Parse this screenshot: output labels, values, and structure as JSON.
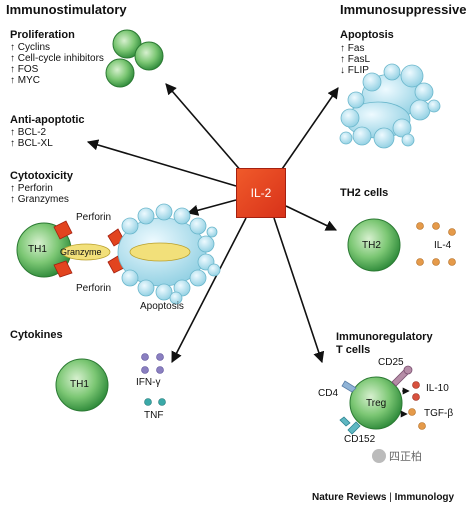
{
  "headings": {
    "immunostimulatory": "Immunostimulatory",
    "immunosuppressive": "Immunosuppressive"
  },
  "center": {
    "label": "IL-2"
  },
  "proliferation": {
    "title": "Proliferation",
    "items": [
      "↑ Cyclins",
      "↑ Cell-cycle inhibitors",
      "↑ FOS",
      "↑ MYC"
    ]
  },
  "anti_apoptotic": {
    "title": "Anti-apoptotic",
    "items": [
      "↑ BCL-2",
      "↑ BCL-XL"
    ]
  },
  "cytotoxicity": {
    "title": "Cytotoxicity",
    "items": [
      "↑ Perforin",
      "↑ Granzymes"
    ],
    "perforin_top": "Perforin",
    "perforin_bottom": "Perforin",
    "granzyme": "Granzyme",
    "cell": "TH1",
    "apoptosis": "Apoptosis"
  },
  "cytokines": {
    "title": "Cytokines",
    "cell": "TH1",
    "ifn": "IFN-γ",
    "tnf": "TNF"
  },
  "apoptosis_right": {
    "title": "Apoptosis",
    "items": [
      "↑ Fas",
      "↑ FasL",
      "↓ FLIP"
    ]
  },
  "th2": {
    "title": "TH2 cells",
    "cell": "TH2",
    "il4": "IL-4"
  },
  "treg": {
    "title_line1": "Immunoregulatory",
    "title_line2": "T cells",
    "cell": "Treg",
    "cd25": "CD25",
    "cd4": "CD4",
    "cd152": "CD152",
    "il10": "IL-10",
    "tgfb": "TGF-β"
  },
  "watermark": "四正柏",
  "credit": {
    "journal": "Nature Reviews",
    "separator": "|",
    "section": "Immunology"
  },
  "colors": {
    "cell_green": "#3fae48",
    "apoptotic_blue": "#a9dcea",
    "center_red": "#e2441f",
    "granzyme_yellow": "#f2e07a",
    "il4_orange": "#e59a4a",
    "ifn_purple": "#8a7fc0",
    "tnf_teal": "#3aa9a8"
  }
}
